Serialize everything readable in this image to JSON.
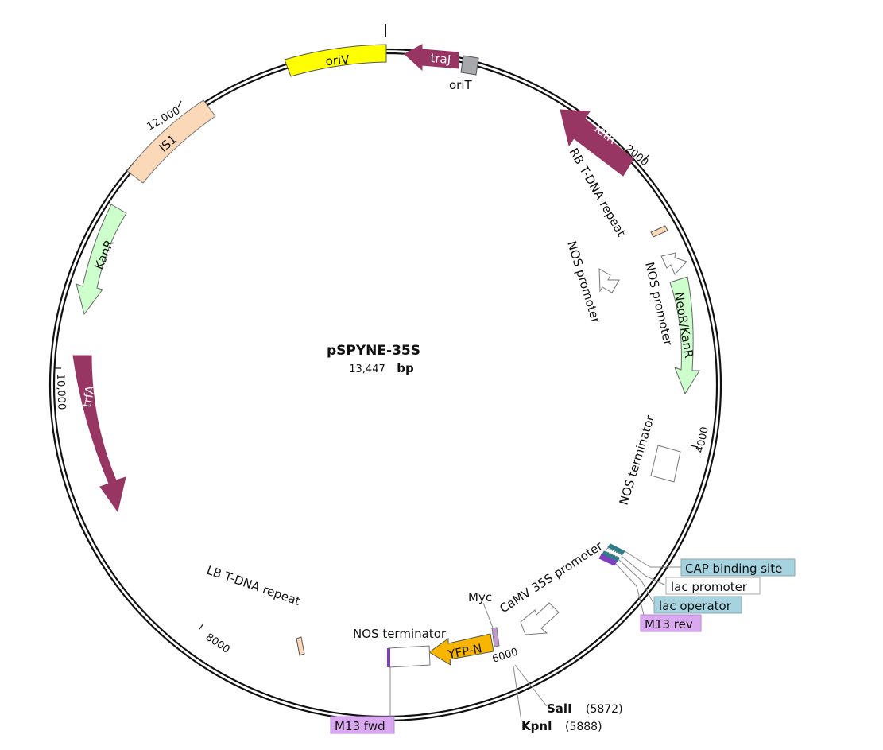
{
  "plasmid": {
    "name": "pSPYNE-35S",
    "length_text": "13,447",
    "unit": "bp"
  },
  "ticks": [
    "2000",
    "4000",
    "6000",
    "8000",
    "10,000",
    "12,000"
  ],
  "features": {
    "oriV": "oriV",
    "traJ": "traJ",
    "oriT": "oriT",
    "tetR": "TetR",
    "rb_repeat": "RB T-DNA repeat",
    "nos_promoter_1": "NOS promoter",
    "nos_promoter_2": "NOS promoter",
    "neor_kanr": "NeoR/KanR",
    "nos_terminator_1": "NOS terminator",
    "camv_35s": "CaMV 35S promoter",
    "myc": "Myc",
    "yfp_n": "YFP-N",
    "nos_terminator_2": "NOS terminator",
    "lb_repeat": "LB T-DNA repeat",
    "trfA": "trfA",
    "kanR": "KanR",
    "is1": "IS1"
  },
  "boxed_labels": {
    "cap_binding_site": "CAP binding site",
    "lac_promoter": "lac promoter",
    "lac_operator": "lac operator",
    "m13_rev": "M13 rev",
    "m13_fwd": "M13 fwd"
  },
  "sites": [
    {
      "name": "SalI",
      "position": "(5872)"
    },
    {
      "name": "KpnI",
      "position": "(5888)"
    }
  ],
  "colors": {
    "magenta": "#973563",
    "yellow": "#ffff00",
    "orange": "#f7b500",
    "light_green": "#ccffcc",
    "peach": "#fbd9b8",
    "grey": "#a6a8ab",
    "blue_box": "#a6d3e0",
    "purple_box": "#d9a8f0",
    "teal": "#2e7e8a",
    "purple": "#7f3fbf"
  }
}
